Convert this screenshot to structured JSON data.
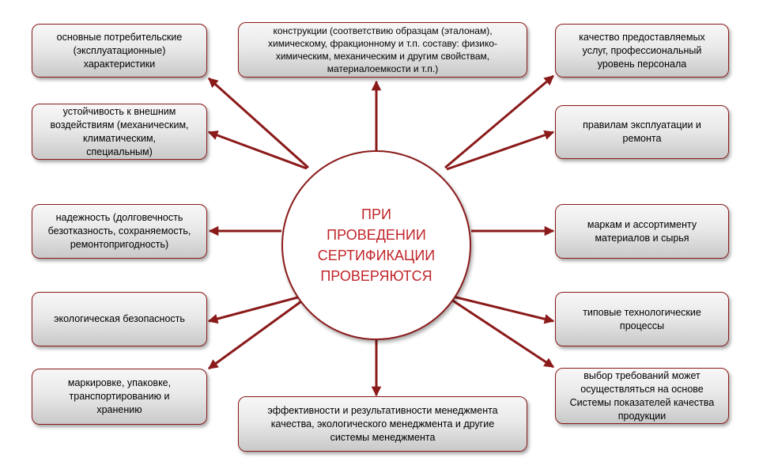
{
  "center": {
    "title": "ПРИ\nПРОВЕДЕНИИ\nСЕРТИФИКАЦИИ\nПРОВЕРЯЮТСЯ"
  },
  "boxes": {
    "consumer": "основные потребительские\n(эксплуатационные)\nхарактеристики",
    "construction": "конструкции (соответствию образцам (эталонам),\nхимическому, фракционному   и т.п. составу: физико-\nхимическим, механическим и другим свойствам,\nматериалоемкости и т.п.)",
    "service_quality": "качество предоставляемых\nуслуг, профессиональный\nуровень персонала",
    "resistance": "устойчивость к внешним\nвоздействиям (механическим,\nклиматическим,\nспециальным)",
    "operation_rules": "правилам эксплуатации и\nремонта",
    "reliability": "надежность (долговечность\nбезотказность, сохраняемость,\nремонтопригодность)",
    "materials": "маркам и ассортименту\nматериалов и сырья",
    "ecology": "экологическая безопасность",
    "tech_processes": "типовые технологические\nпроцессы",
    "marking": "маркировке, упаковке,\nтранспортированию и\nхранению",
    "management": "эффективности и результативности менеджмента\nкачества, экологического менеджмента и другие\nсистемы менеджмента",
    "requirements": "выбор  требований может\nосуществляться  на  основе\nСистемы показателей качества\nпродукции"
  },
  "colors": {
    "arrow": "#8b1a1a",
    "border": "#8b1a1a",
    "title": "#c0252a"
  }
}
